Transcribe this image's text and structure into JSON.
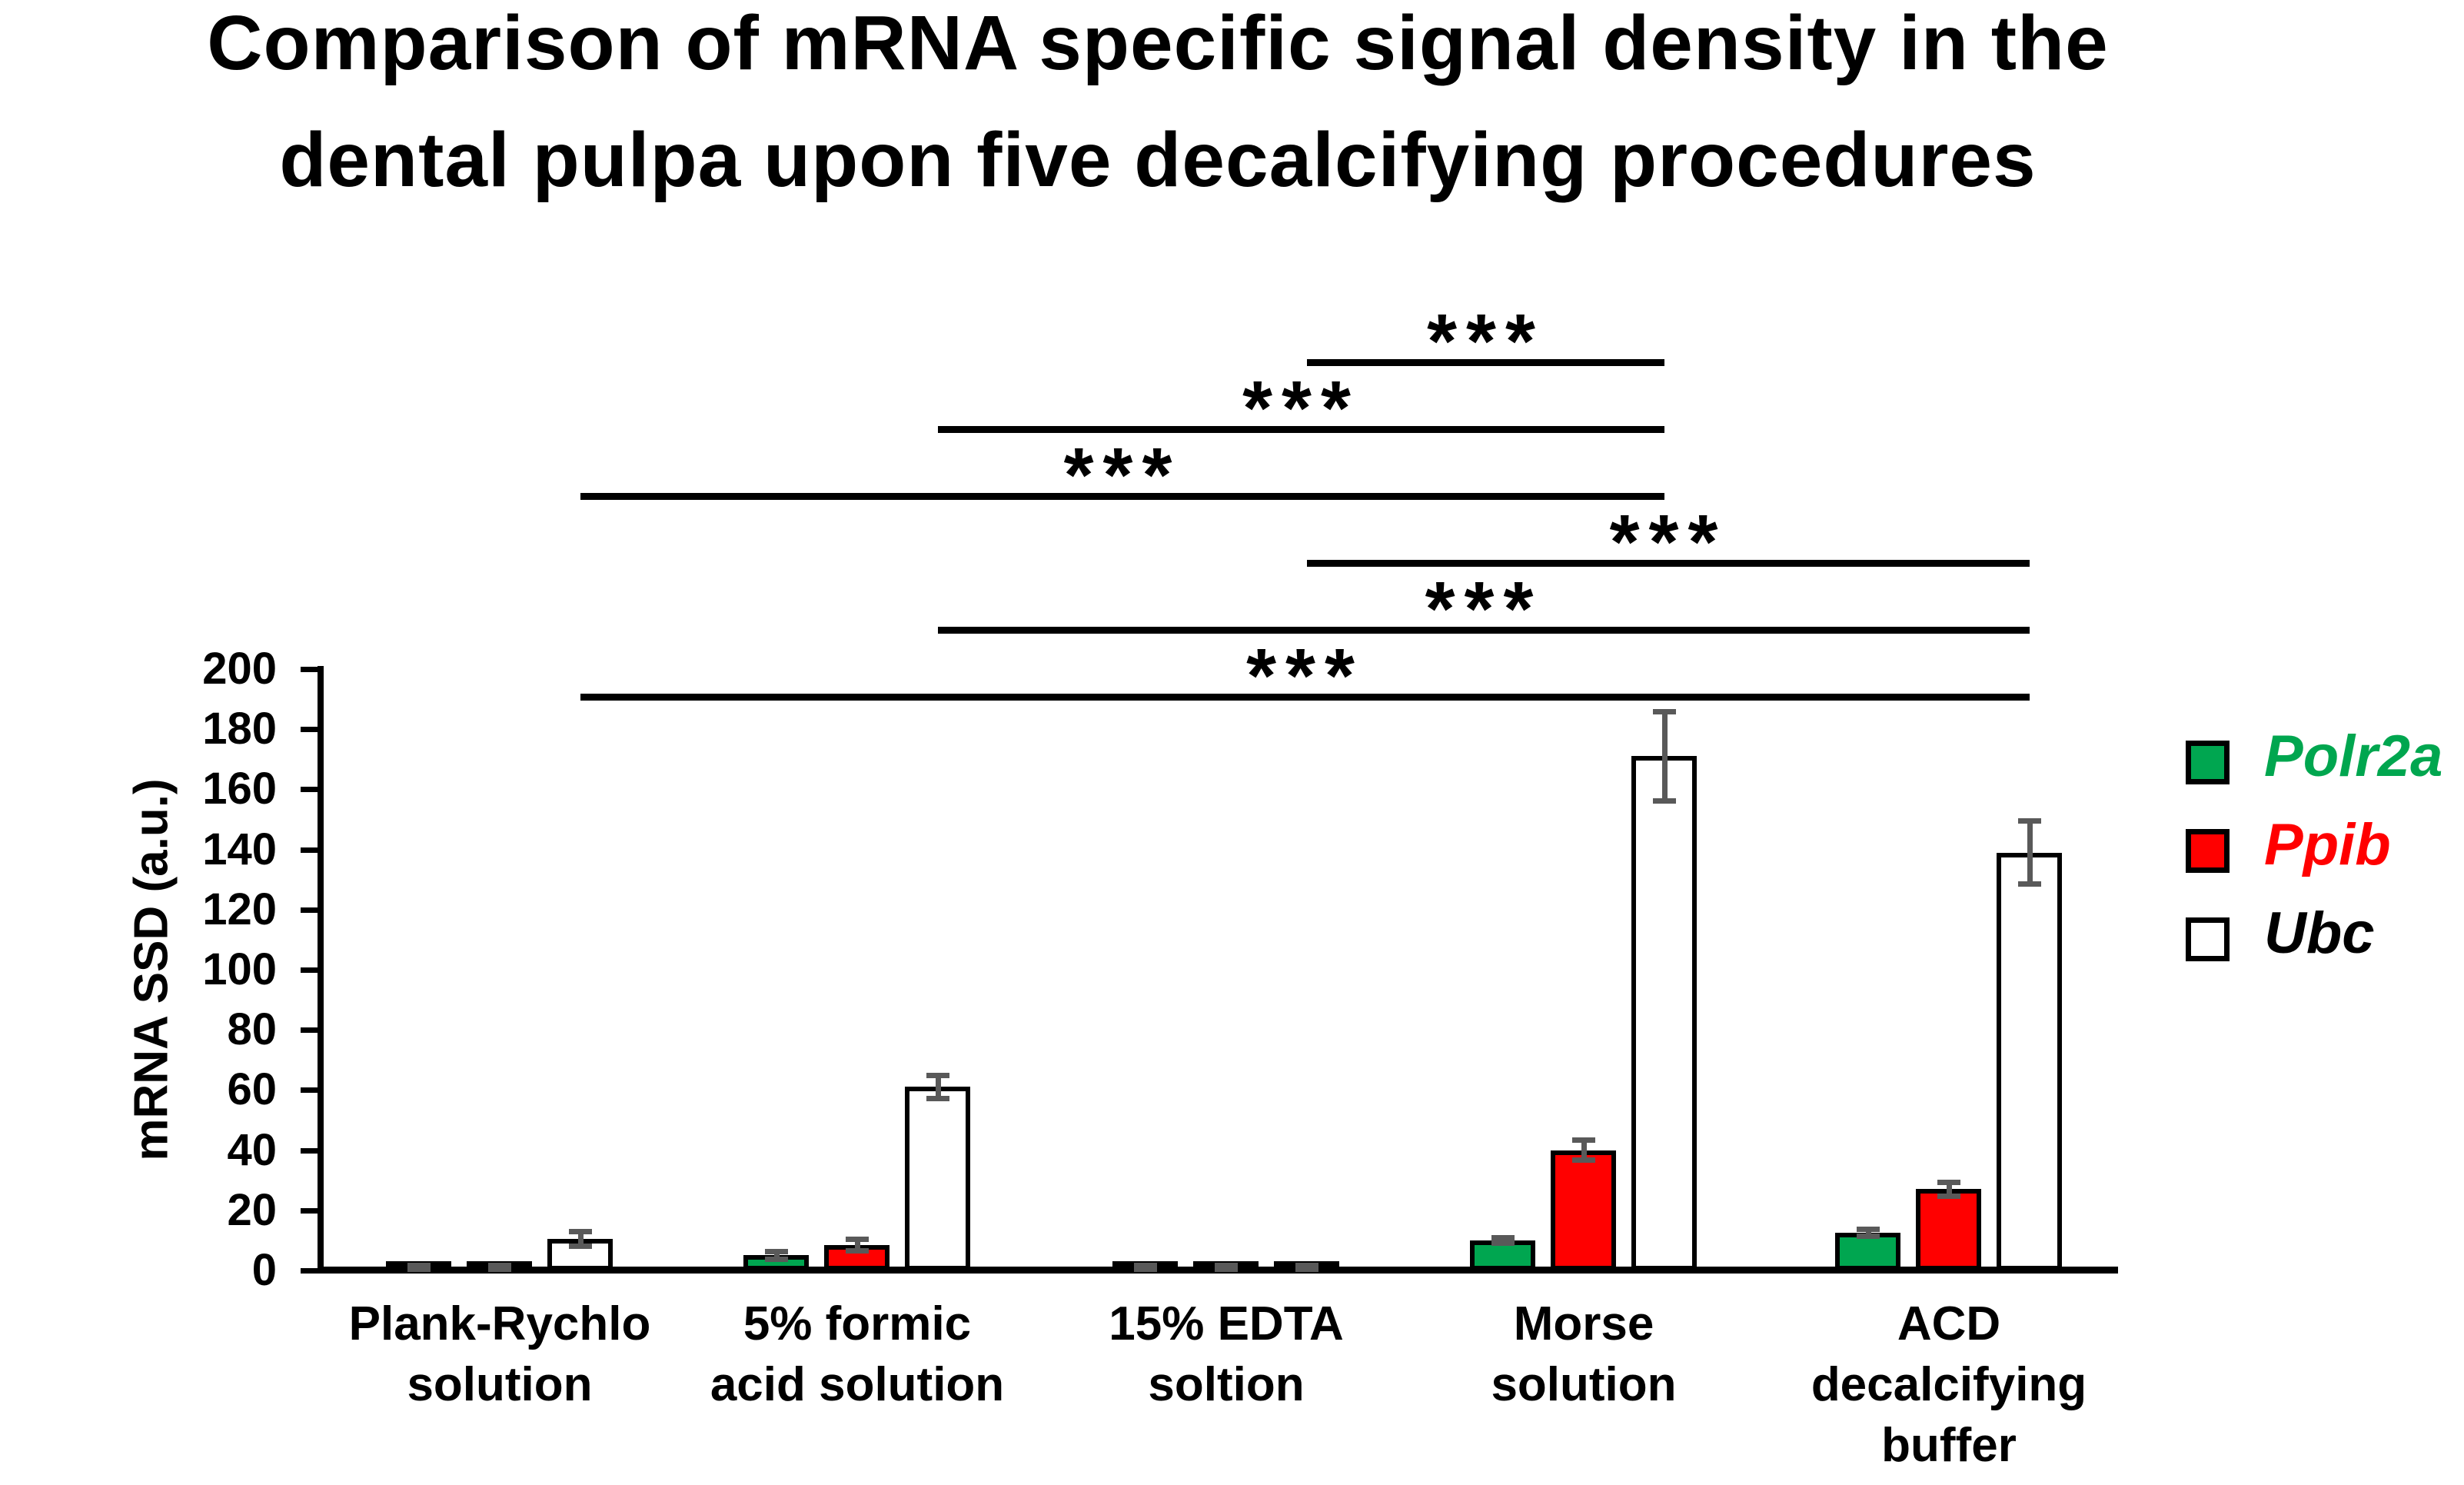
{
  "title": {
    "line1": "Comparison of mRNA specific signal density in the",
    "line2": "dental pulpa upon five decalcifying procedures"
  },
  "chart_data": {
    "type": "bar",
    "title": "Comparison of mRNA specific signal density in the dental pulpa upon five decalcifying procedures",
    "xlabel": "",
    "ylabel": "mRNA SSD (a.u.)",
    "ylim": [
      0,
      200
    ],
    "yticks": [
      0,
      20,
      40,
      60,
      80,
      100,
      120,
      140,
      160,
      180,
      200
    ],
    "grid": false,
    "legend_position": "right",
    "categories": [
      "Plank-Rychlo\nsolution",
      "5% formic\nacid solution",
      "15% EDTA\nsoltion",
      "Morse\nsolution",
      "ACD\ndecalcifying\nbuffer"
    ],
    "series": [
      {
        "name": "Polr2a",
        "color": "#00A650",
        "label_color": "#00A64F",
        "values": [
          1,
          5,
          1,
          10,
          12.5
        ],
        "errors": [
          0.8,
          1.5,
          0.8,
          1,
          1.3
        ]
      },
      {
        "name": "Ppib",
        "color": "#FF0000",
        "label_color": "#FF0000",
        "values": [
          1,
          8.5,
          1,
          40,
          27
        ],
        "errors": [
          0.8,
          2,
          0.8,
          3.5,
          2.5
        ]
      },
      {
        "name": "Ubc",
        "color": "#FFFFFF",
        "label_color": "#000000",
        "values": [
          10.5,
          61,
          1,
          171,
          139
        ],
        "errors": [
          2.5,
          4,
          0.8,
          15,
          10.5
        ]
      }
    ],
    "significance": [
      {
        "from": "15% EDTA soltion",
        "to": "Morse solution",
        "from_index": 2,
        "to_index": 3,
        "label": "***"
      },
      {
        "from": "5% formic acid solution",
        "to": "Morse solution",
        "from_index": 1,
        "to_index": 3,
        "label": "***"
      },
      {
        "from": "Plank-Rychlo solution",
        "to": "Morse solution",
        "from_index": 0,
        "to_index": 3,
        "label": "***"
      },
      {
        "from": "15% EDTA soltion",
        "to": "ACD decalcifying buffer",
        "from_index": 2,
        "to_index": 4,
        "label": "***"
      },
      {
        "from": "5% formic acid solution",
        "to": "ACD decalcifying buffer",
        "from_index": 1,
        "to_index": 4,
        "label": "***"
      },
      {
        "from": "Plank-Rychlo solution",
        "to": "ACD decalcifying buffer",
        "from_index": 0,
        "to_index": 4,
        "label": "***"
      }
    ],
    "colors": {
      "axis": "#000000",
      "error_bar": "#595959",
      "background": "#FFFFFF"
    }
  }
}
